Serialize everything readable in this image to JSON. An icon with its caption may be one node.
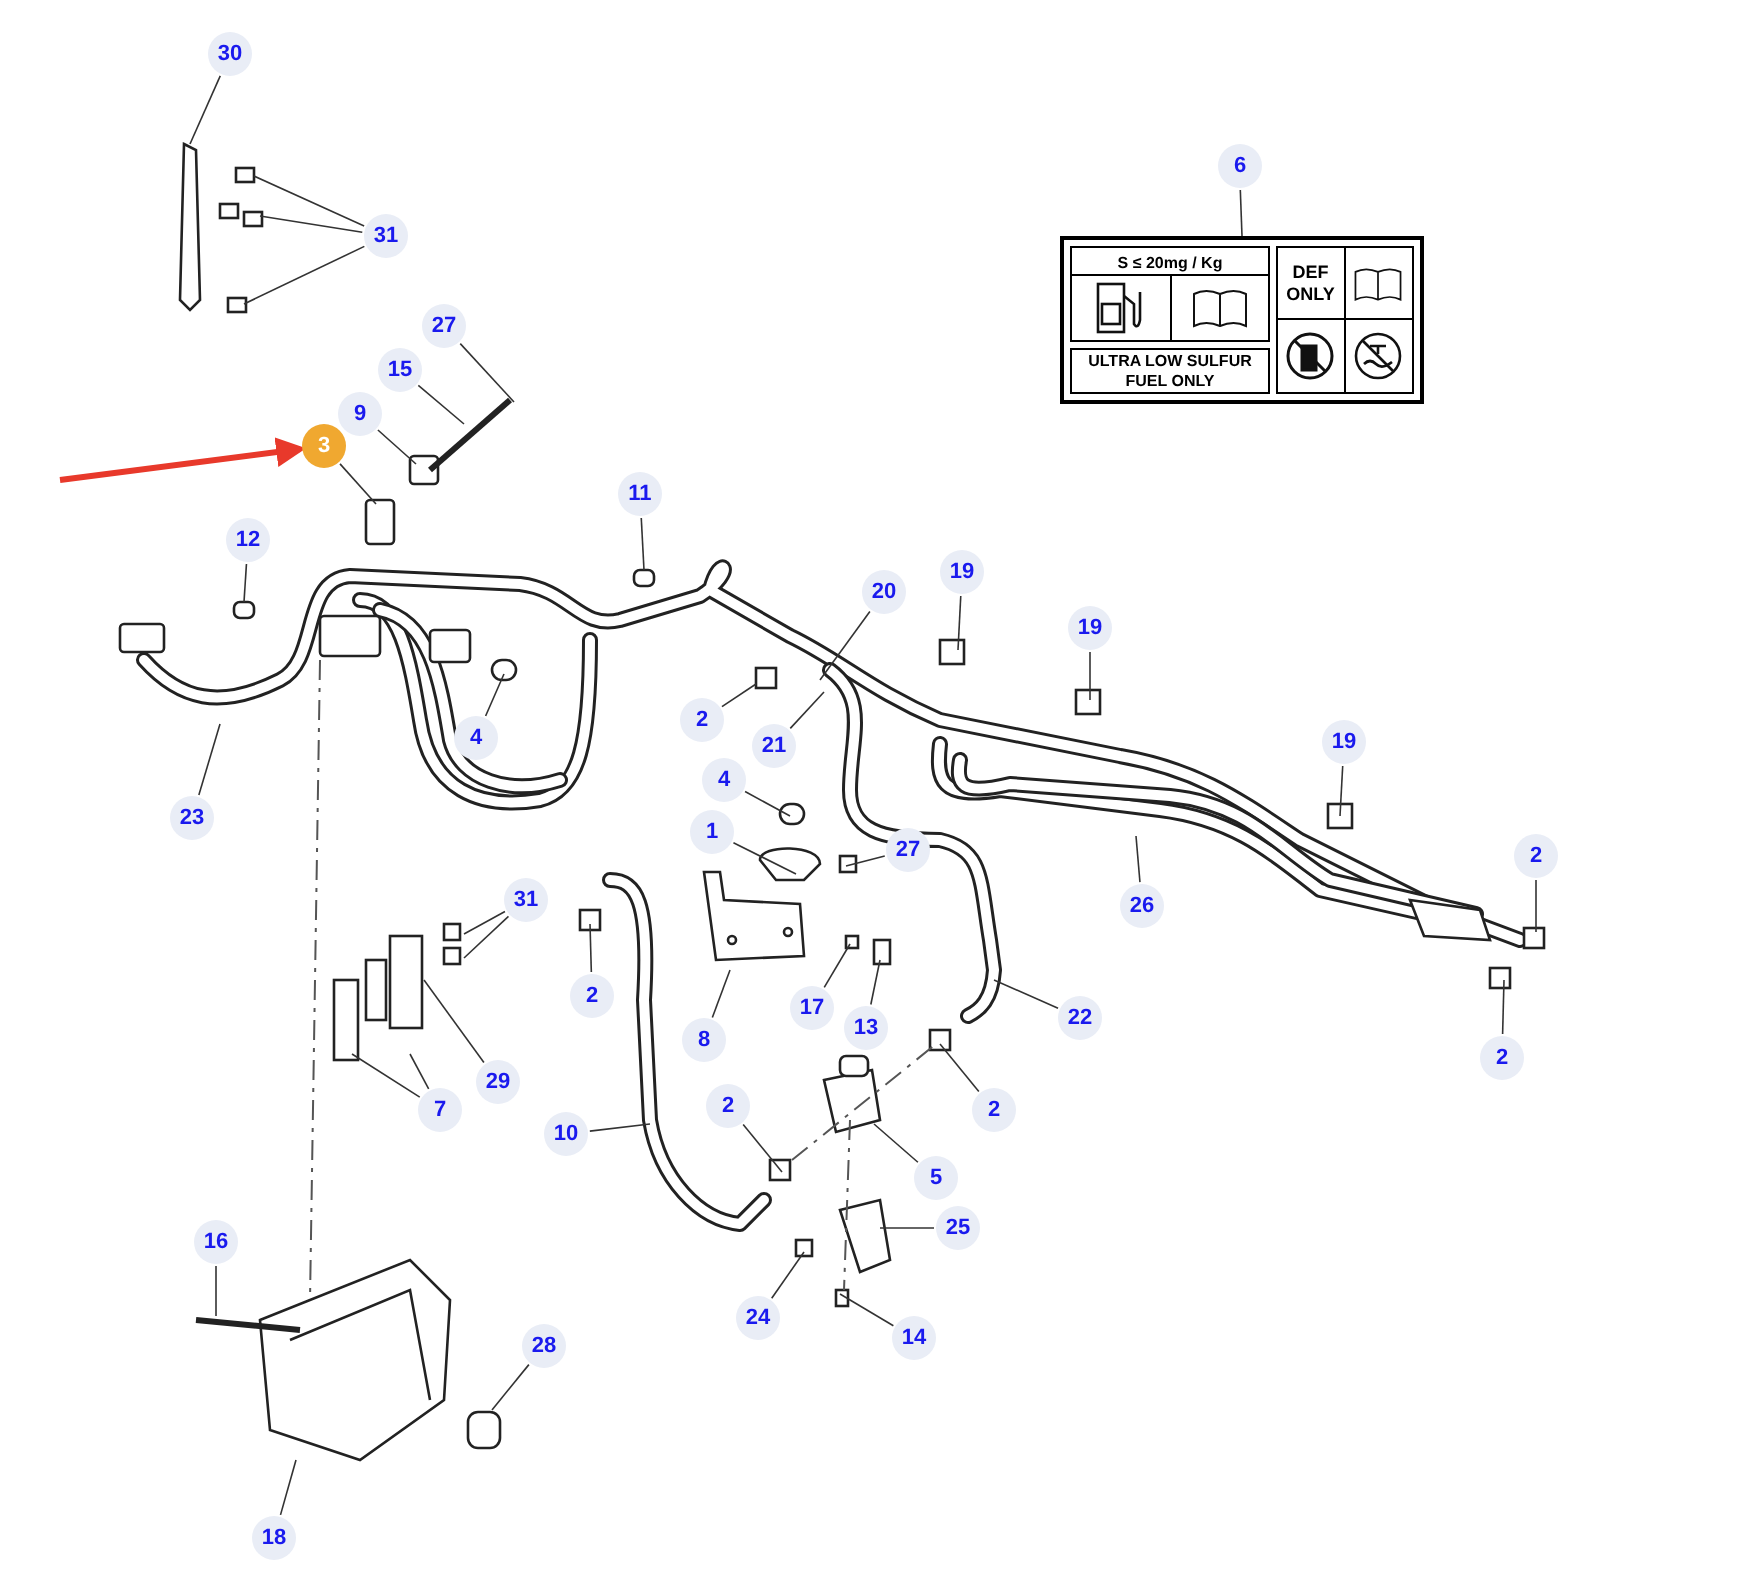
{
  "diagram": {
    "nodes": [
      {
        "text": [
          "30"
        ]
      },
      {
        "text": [
          "6"
        ]
      },
      {
        "text": [
          "S ≤ 20mg / Kg",
          "DEF ONLY",
          "ULTRA LOW SULFUR FUEL ONLY"
        ]
      },
      {
        "text": [
          "31"
        ]
      },
      {
        "text": [
          "27"
        ]
      },
      {
        "text": [
          "15"
        ]
      },
      {
        "text": [
          "9"
        ]
      },
      {
        "text": [
          "3"
        ]
      },
      {
        "text": [
          "11"
        ]
      },
      {
        "text": [
          "12"
        ]
      },
      {
        "text": [
          "19"
        ]
      },
      {
        "text": [
          "20"
        ]
      },
      {
        "text": [
          "19"
        ]
      },
      {
        "text": [
          "2"
        ]
      },
      {
        "text": [
          "4"
        ]
      },
      {
        "text": [
          "21"
        ]
      },
      {
        "text": [
          "19"
        ]
      },
      {
        "text": [
          "4"
        ]
      },
      {
        "text": [
          "23"
        ]
      },
      {
        "text": [
          "1"
        ]
      },
      {
        "text": [
          "27"
        ]
      },
      {
        "text": [
          "2"
        ]
      },
      {
        "text": [
          "31"
        ]
      },
      {
        "text": [
          "26"
        ]
      },
      {
        "text": [
          "2"
        ]
      },
      {
        "text": [
          "17"
        ]
      },
      {
        "text": [
          "22"
        ]
      },
      {
        "text": [
          "13"
        ]
      },
      {
        "text": [
          "8"
        ]
      },
      {
        "text": [
          "2"
        ]
      },
      {
        "text": [
          "29"
        ]
      },
      {
        "text": [
          "2"
        ]
      },
      {
        "text": [
          "2"
        ]
      },
      {
        "text": [
          "7"
        ]
      },
      {
        "text": [
          "10"
        ]
      },
      {
        "text": [
          "5"
        ]
      },
      {
        "text": [
          "25"
        ]
      },
      {
        "text": [
          "16"
        ]
      },
      {
        "text": [
          "24"
        ]
      },
      {
        "text": [
          "14"
        ]
      },
      {
        "text": [
          "28"
        ]
      },
      {
        "text": [
          "18"
        ]
      }
    ],
    "edges": [
      {
        "from": 0,
        "to": null,
        "arrow": "none"
      },
      {
        "from": 1,
        "to": 2,
        "arrow": "none"
      },
      {
        "from": 3,
        "to": null,
        "arrow": "none"
      },
      {
        "from": 3,
        "to": null,
        "arrow": "none"
      },
      {
        "from": 3,
        "to": null,
        "arrow": "none"
      },
      {
        "from": 4,
        "to": null,
        "arrow": "none"
      },
      {
        "from": 5,
        "to": null,
        "arrow": "none"
      },
      {
        "from": 6,
        "to": null,
        "arrow": "none"
      },
      {
        "from": 7,
        "to": null,
        "arrow": "none"
      },
      {
        "from": 8,
        "to": null,
        "arrow": "none"
      },
      {
        "from": 9,
        "to": null,
        "arrow": "none"
      },
      {
        "from": 10,
        "to": null,
        "arrow": "none"
      },
      {
        "from": 11,
        "to": null,
        "arrow": "none"
      },
      {
        "from": 12,
        "to": null,
        "arrow": "none"
      },
      {
        "from": 13,
        "to": null,
        "arrow": "none"
      },
      {
        "from": 14,
        "to": null,
        "arrow": "none"
      },
      {
        "from": 15,
        "to": null,
        "arrow": "none"
      },
      {
        "from": 16,
        "to": null,
        "arrow": "none"
      },
      {
        "from": 17,
        "to": null,
        "arrow": "none"
      },
      {
        "from": 18,
        "to": null,
        "arrow": "none"
      },
      {
        "from": 19,
        "to": null,
        "arrow": "none"
      },
      {
        "from": 20,
        "to": null,
        "arrow": "none"
      },
      {
        "from": 21,
        "to": null,
        "arrow": "none"
      },
      {
        "from": 22,
        "to": null,
        "arrow": "none"
      },
      {
        "from": 22,
        "to": null,
        "arrow": "none"
      },
      {
        "from": 23,
        "to": null,
        "arrow": "none"
      },
      {
        "from": 24,
        "to": null,
        "arrow": "none"
      },
      {
        "from": 25,
        "to": null,
        "arrow": "none"
      },
      {
        "from": 26,
        "to": null,
        "arrow": "none"
      },
      {
        "from": 27,
        "to": null,
        "arrow": "none"
      },
      {
        "from": 28,
        "to": null,
        "arrow": "none"
      },
      {
        "from": 29,
        "to": null,
        "arrow": "none"
      },
      {
        "from": 30,
        "to": null,
        "arrow": "none"
      },
      {
        "from": 31,
        "to": null,
        "arrow": "none"
      },
      {
        "from": 32,
        "to": null,
        "arrow": "none"
      },
      {
        "from": 33,
        "to": null,
        "arrow": "none"
      },
      {
        "from": 33,
        "to": null,
        "arrow": "none"
      },
      {
        "from": 34,
        "to": null,
        "arrow": "none"
      },
      {
        "from": 35,
        "to": null,
        "arrow": "none"
      },
      {
        "from": 36,
        "to": null,
        "arrow": "none"
      },
      {
        "from": 37,
        "to": null,
        "arrow": "none"
      },
      {
        "from": 38,
        "to": null,
        "arrow": "none"
      },
      {
        "from": 39,
        "to": null,
        "arrow": "none"
      },
      {
        "from": 40,
        "to": null,
        "arrow": "none"
      },
      {
        "from": 41,
        "to": null,
        "arrow": "none"
      },
      {
        "from": null,
        "to": 7,
        "arrow": "to",
        "style": "thick",
        "color": "#e8392b"
      }
    ]
  }
}
